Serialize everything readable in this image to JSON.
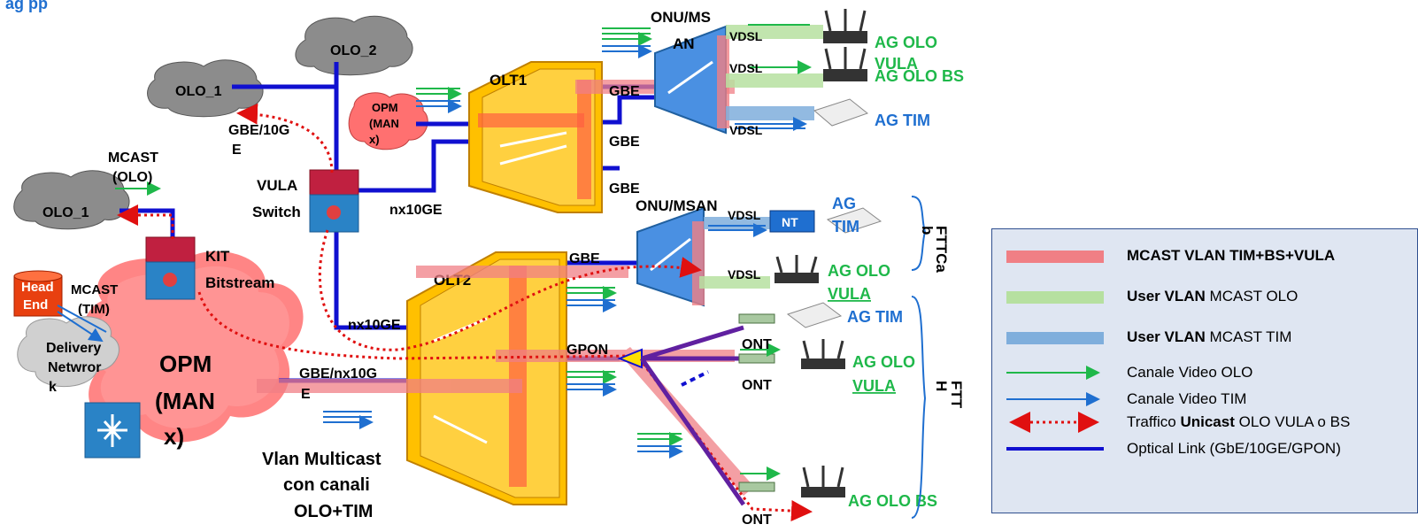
{
  "header_fragment": "ag pp",
  "clouds": {
    "olo_1_top": "OLO_1",
    "olo_2": "OLO_2",
    "olo_1_left": "OLO_1",
    "opm_man_small": [
      "OPM",
      "(MAN",
      "x)"
    ],
    "opm_man_big": [
      "OPM",
      "(MAN",
      "x)"
    ],
    "delivery": [
      "Delivery",
      "Netwror",
      "k"
    ],
    "head_end": [
      "Head",
      "End"
    ]
  },
  "labels": {
    "gbe_10ge_top": [
      "GBE/10G",
      "E"
    ],
    "mcast_olo": [
      "MCAST",
      "(OLO)"
    ],
    "vula_switch": [
      "VULA",
      "Switch"
    ],
    "kit_bitstream": [
      "KIT",
      "Bitstream"
    ],
    "mcast_tim": [
      "MCAST",
      "(TIM)"
    ],
    "olt1": "OLT1",
    "olt2": "OLT2",
    "onu_msan_top": [
      "ONU/MS",
      "AN"
    ],
    "onu_msan_mid": "ONU/MSAN",
    "gbe": "GBE",
    "nx10ge_a": "nx10GE",
    "nx10ge_b": "nx10GE",
    "gbe_nx10g": [
      "GBE/nx10G",
      "E"
    ],
    "gpon": "GPON",
    "vdsl": "VDSL",
    "nt": "NT",
    "ont": "ONT",
    "vlan_multicast": [
      "Vlan Multicast",
      "con canali",
      "OLO+TIM"
    ],
    "ag_olo": "AG OLO",
    "ag_vula": "VULA",
    "ag_olo_bs": "AG OLO BS",
    "ag_tim": "AG TIM",
    "ag_tim_two": [
      "AG",
      "TIM"
    ],
    "fttcab": [
      "FTTCa",
      "b"
    ],
    "ftth": [
      "FTT",
      "H"
    ]
  },
  "legend": {
    "items": [
      {
        "bold": "MCAST VLAN TIM+BS+VULA",
        "rest": "",
        "color": "#f07f85"
      },
      {
        "bold": "User VLAN",
        "rest": " MCAST OLO",
        "color": "#b6e0a0"
      },
      {
        "bold": "User VLAN",
        "rest": " MCAST TIM",
        "color": "#7faedc"
      },
      {
        "bold": "",
        "rest": "Canale Video OLO",
        "color": "#1fb84a"
      },
      {
        "bold": "",
        "rest": "Canale Video TIM",
        "color": "#1f6fd0"
      },
      {
        "pre": "Traffico ",
        "bold": "Unicast",
        "rest": " OLO VULA o BS",
        "color": "#e01010"
      },
      {
        "bold": "",
        "rest": "Optical Link (GbE/10GE/GPON)",
        "color": "#1010d0"
      }
    ]
  },
  "colors": {
    "mcast_vlan": "#f07f85",
    "olo_vlan": "#b6e0a0",
    "tim_vlan": "#7faedc",
    "olo_channel": "#1fb84a",
    "tim_channel": "#1f6fd0",
    "unicast": "#e01010",
    "optical": "#1010d0",
    "olt_fill": "#ffc000",
    "onu_fill": "#4a90e2",
    "green_text": "#1fb84a",
    "blue_text": "#1f6fd0"
  }
}
